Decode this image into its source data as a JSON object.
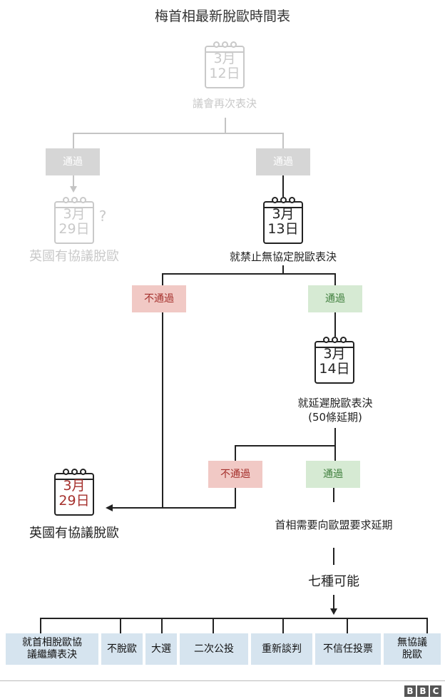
{
  "title": "梅首相最新脫歐時間表",
  "vote1": {
    "month": "3月",
    "day": "12日",
    "label": "議會再次表決"
  },
  "branch1": {
    "left_pass": "通過",
    "right_pass": "通過"
  },
  "left_outcome": {
    "month": "3月",
    "day": "29日",
    "question": "?",
    "label": "英國有協議脫歐"
  },
  "vote2": {
    "month": "3月",
    "day": "13日",
    "label": "就禁止無協定脫歐表決"
  },
  "branch2": {
    "fail": "不通過",
    "pass": "通過"
  },
  "vote3": {
    "month": "3月",
    "day": "14日",
    "label_line1": "就延遲脫歐表決",
    "label_line2": "(50條延期)"
  },
  "branch3": {
    "fail": "不通過",
    "pass": "通過"
  },
  "no_deal": {
    "month": "3月",
    "day": "29日",
    "label": "英國有協議脫歐"
  },
  "extension": {
    "label": "首相需要向歐盟要求延期"
  },
  "seven": {
    "label": "七種可能"
  },
  "options": [
    {
      "line1": "就首相脫歐協",
      "line2": "議繼續表決"
    },
    {
      "line1": "不脫歐",
      "line2": ""
    },
    {
      "line1": "大選",
      "line2": ""
    },
    {
      "line1": "二次公投",
      "line2": ""
    },
    {
      "line1": "重新談判",
      "line2": ""
    },
    {
      "line1": "不信任投票",
      "line2": ""
    },
    {
      "line1": "無協議",
      "line2": "脫歐"
    }
  ],
  "logo": [
    "B",
    "B",
    "C"
  ],
  "colors": {
    "grey": "#c9c9c9",
    "red_text": "#a5302c",
    "red_bg": "#f1c9c5",
    "green_text": "#3f7f3c",
    "green_bg": "#d6ead3",
    "option_bg": "#d6e4ef"
  }
}
